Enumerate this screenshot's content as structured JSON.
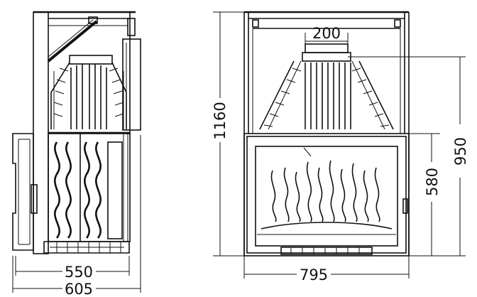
{
  "dimensions": {
    "side_depth": "550",
    "side_total_depth": "605",
    "front_height": "1160",
    "front_width": "795",
    "flue_diameter": "200",
    "outlet_height": "950",
    "window_height": "580"
  }
}
